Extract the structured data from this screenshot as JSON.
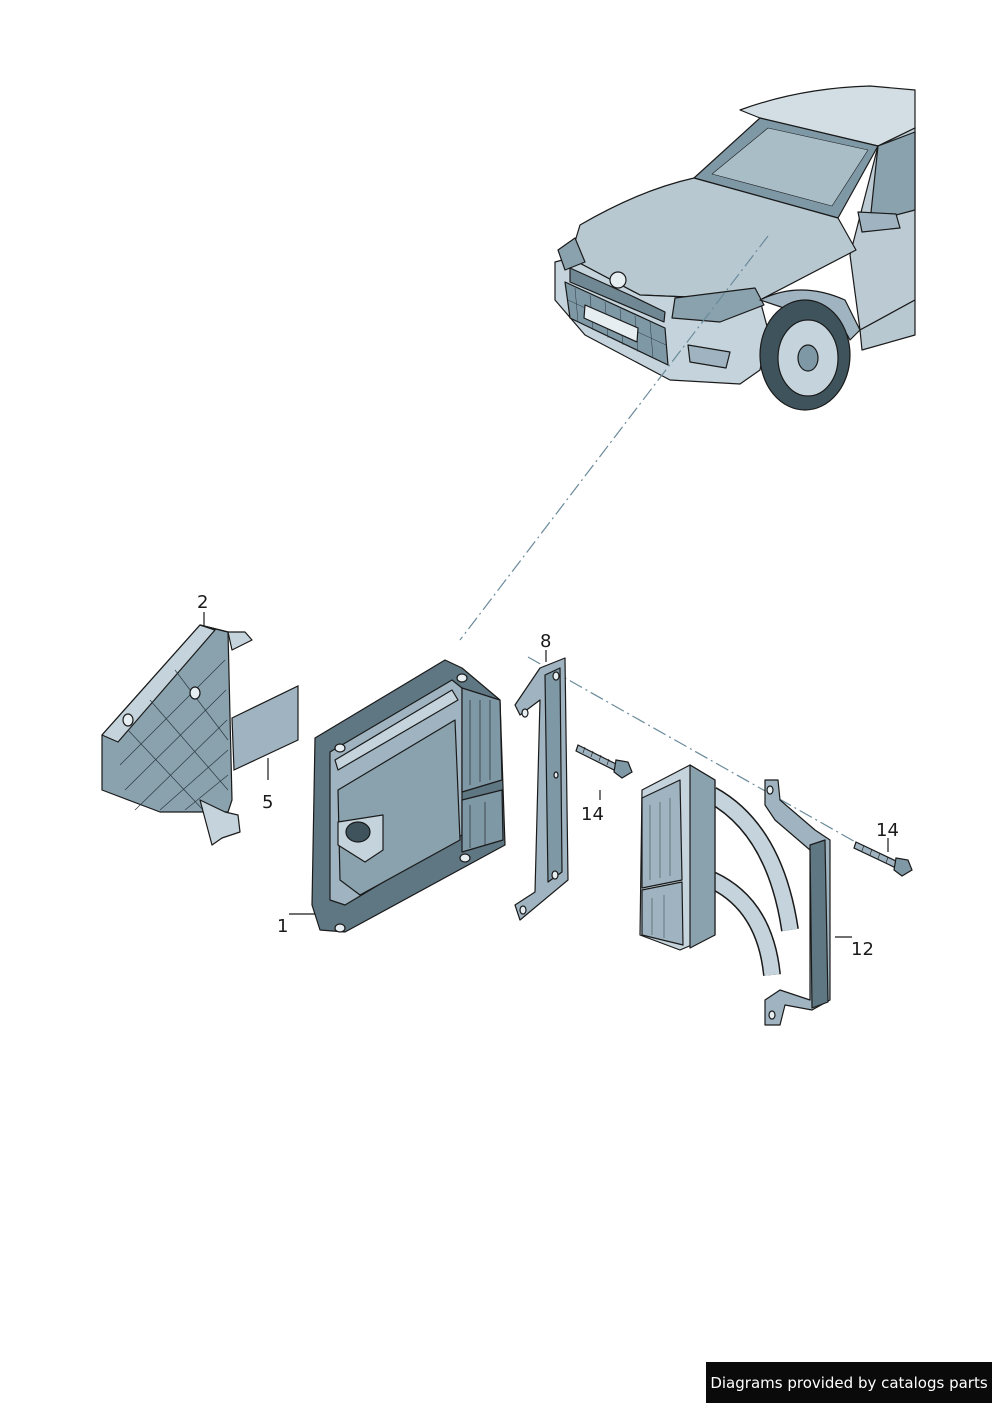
{
  "callouts": {
    "part_1": "1",
    "part_2": "2",
    "part_5": "5",
    "part_8": "8",
    "part_12": "12",
    "part_14_left": "14",
    "part_14_right": "14"
  },
  "footer": {
    "text": "Diagrams provided by catalogs parts"
  },
  "colors": {
    "part_fill": "#9fb4c0",
    "part_fill_light": "#c5d4dc",
    "part_dark": "#5f7783",
    "line": "#1a1a1a",
    "leader_dash": "#6a8a9a"
  }
}
